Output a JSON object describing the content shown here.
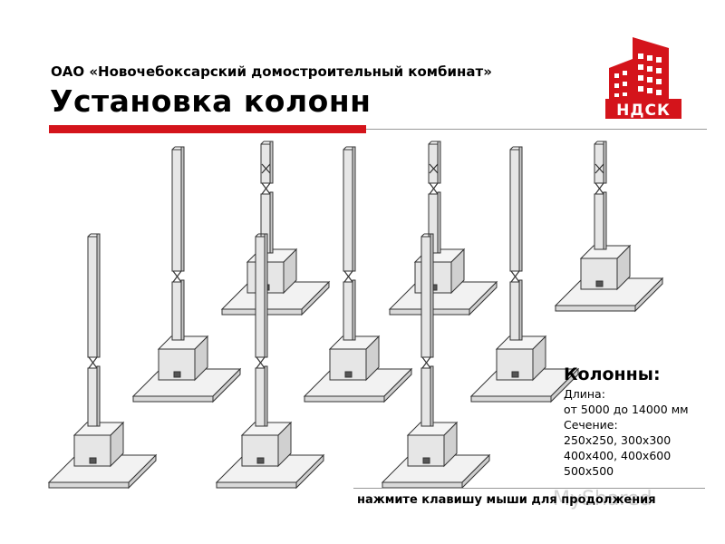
{
  "header": {
    "company": "ОАО «Новочебоксарский домостроительный комбинат»",
    "title": "Установка колонн"
  },
  "logo": {
    "text": "НДСК"
  },
  "info": {
    "heading": "Колонны:",
    "lines": [
      "Длина:",
      "от 5000 до 14000 мм",
      "Сечение:",
      "250х250, 300х300",
      "400х400, 400х600",
      "500х500"
    ]
  },
  "footer": {
    "hint": "нажмите клавишу мыши для продолжения",
    "watermark": "MyShared"
  },
  "colors": {
    "accent": "#d4141b",
    "line": "#999999",
    "concrete": "#e6e6e6",
    "outline": "#333333"
  }
}
